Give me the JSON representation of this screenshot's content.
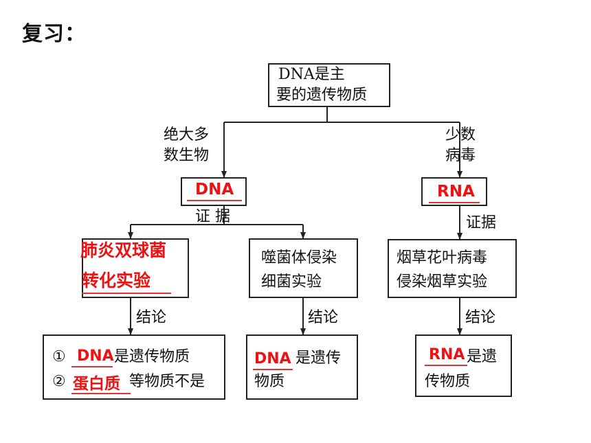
{
  "title": "复习：",
  "root": {
    "line1": "DNA是主",
    "line2": "要的遗传物质"
  },
  "left_branch": {
    "line1": "绝大多",
    "line2": "数生物"
  },
  "right_branch": {
    "line1": "少数",
    "line2": "病毒"
  },
  "dna_answer": "DNA",
  "rna_answer": "RNA",
  "evidence_label_left": "证 据",
  "evidence_label_right": "证据",
  "experiments": {
    "pneumococcus": {
      "line1": "肺炎双球菌",
      "line2": "转化实验"
    },
    "phage": {
      "line1": "噬菌体侵染",
      "line2": "细菌实验"
    },
    "tmv": {
      "line1": "烟草花叶病毒",
      "line2": "侵染烟草实验"
    }
  },
  "conclusion_label": "结论",
  "conclusions": {
    "pneumococcus": {
      "marker1": "①",
      "answer1": "DNA",
      "text1": "是遗传物质",
      "marker2": "②",
      "answer2": "蛋白质",
      "text2": "等物质不是"
    },
    "phage": {
      "answer": "DNA",
      "text1": "是遗传",
      "text2": "物质"
    },
    "tmv": {
      "answer": "RNA",
      "text1": "是遗",
      "text2": "传物质"
    }
  },
  "colors": {
    "answer": "#e11111",
    "line": "#222222"
  }
}
